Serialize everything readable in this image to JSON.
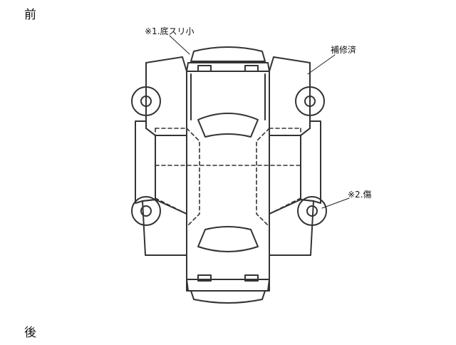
{
  "orientation": {
    "front": "前",
    "rear": "後"
  },
  "callouts": [
    {
      "id": "underbody-scrape",
      "text": "※1.底スリ小",
      "part": "front-bumper"
    },
    {
      "id": "repaired",
      "text": "補修済",
      "part": "right-front-fender"
    },
    {
      "id": "scratch",
      "text": "※2.傷",
      "part": "right-rear-wheel"
    }
  ],
  "colors": {
    "line": "#333333",
    "background": "#ffffff",
    "text": "#111111"
  }
}
